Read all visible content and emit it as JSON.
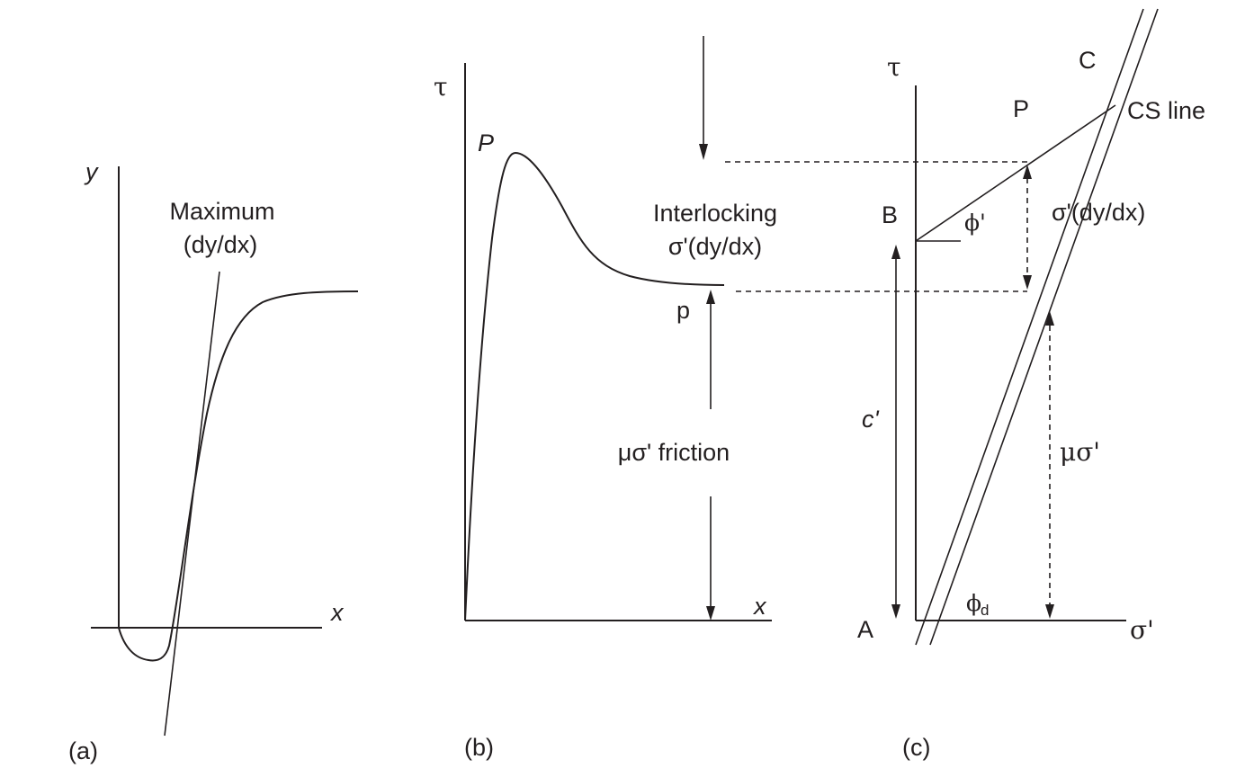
{
  "panel_a": {
    "y_axis_label": "y",
    "x_axis_label": "x",
    "tangent_label_line1": "Maximum",
    "tangent_label_line2": "(dy/dx)",
    "panel_label": "(a)"
  },
  "panel_b": {
    "y_axis_label": "τ",
    "x_axis_label": "x",
    "peak_label": "P",
    "residual_label": "p",
    "interlocking_line1": "Interlocking",
    "interlocking_line2": "σ'(dy/dx)",
    "friction_label": "μσ' friction",
    "panel_label": "(b)"
  },
  "panel_c": {
    "y_axis_label": "τ",
    "x_axis_label": "σ'",
    "point_c": "C",
    "point_p": "P",
    "point_b": "B",
    "point_a": "A",
    "cs_line_label": "CS line",
    "phi_prime_label": "ϕ'",
    "interlocking_label": "σ'(dy/dx)",
    "cohesion_label": "c'",
    "friction_label": "μσ'",
    "phi_d_label": "ϕ",
    "phi_d_subscript": "d",
    "panel_label": "(c)"
  }
}
